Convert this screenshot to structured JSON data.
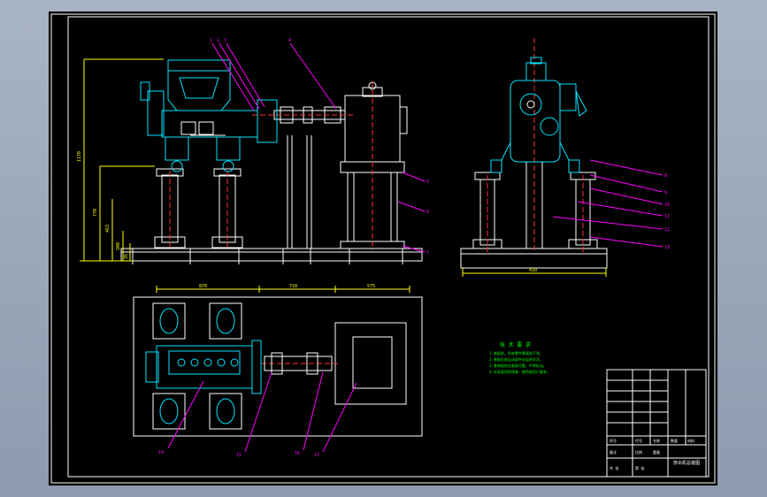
{
  "dimensions": {
    "side_height_total": "1170",
    "side_height_upper": "770",
    "side_height_mid": "463",
    "side_height_low": "200",
    "side_height_base": "35",
    "end_width": "410",
    "top_span_a": "870",
    "top_span_b": "710",
    "top_span_c": "575"
  },
  "callouts": {
    "front_top": [
      "1",
      "2",
      "3",
      "4"
    ],
    "front_right": [
      "5",
      "6",
      "7"
    ],
    "end_right": [
      "8",
      "9",
      "10",
      "11",
      "12",
      "13"
    ],
    "plan_bottom": [
      "14",
      "15",
      "16",
      "17"
    ]
  },
  "notes": {
    "heading": "技 术 要 求",
    "lines": [
      "1.装配前，所有零件需清洗干净。",
      "2.装配后各运动部件应运转灵活。",
      "3.各联接处应紧固可靠，不得松动。",
      "4.外表面涂防锈漆，颜色按用户要求。"
    ]
  },
  "title_block": {
    "drawing_name": "挤出机总装图",
    "cells": [
      "序号",
      "代号",
      "名称",
      "数量",
      "材料",
      "备注",
      "比例",
      "重量",
      "共 张",
      "第 张"
    ]
  },
  "colors": {
    "frame": "#ffffff",
    "machine": "#00e5ff",
    "leader": "#ff00ff",
    "dimension": "#ffff00",
    "centerline": "#ff3030",
    "notes": "#00ff00"
  }
}
